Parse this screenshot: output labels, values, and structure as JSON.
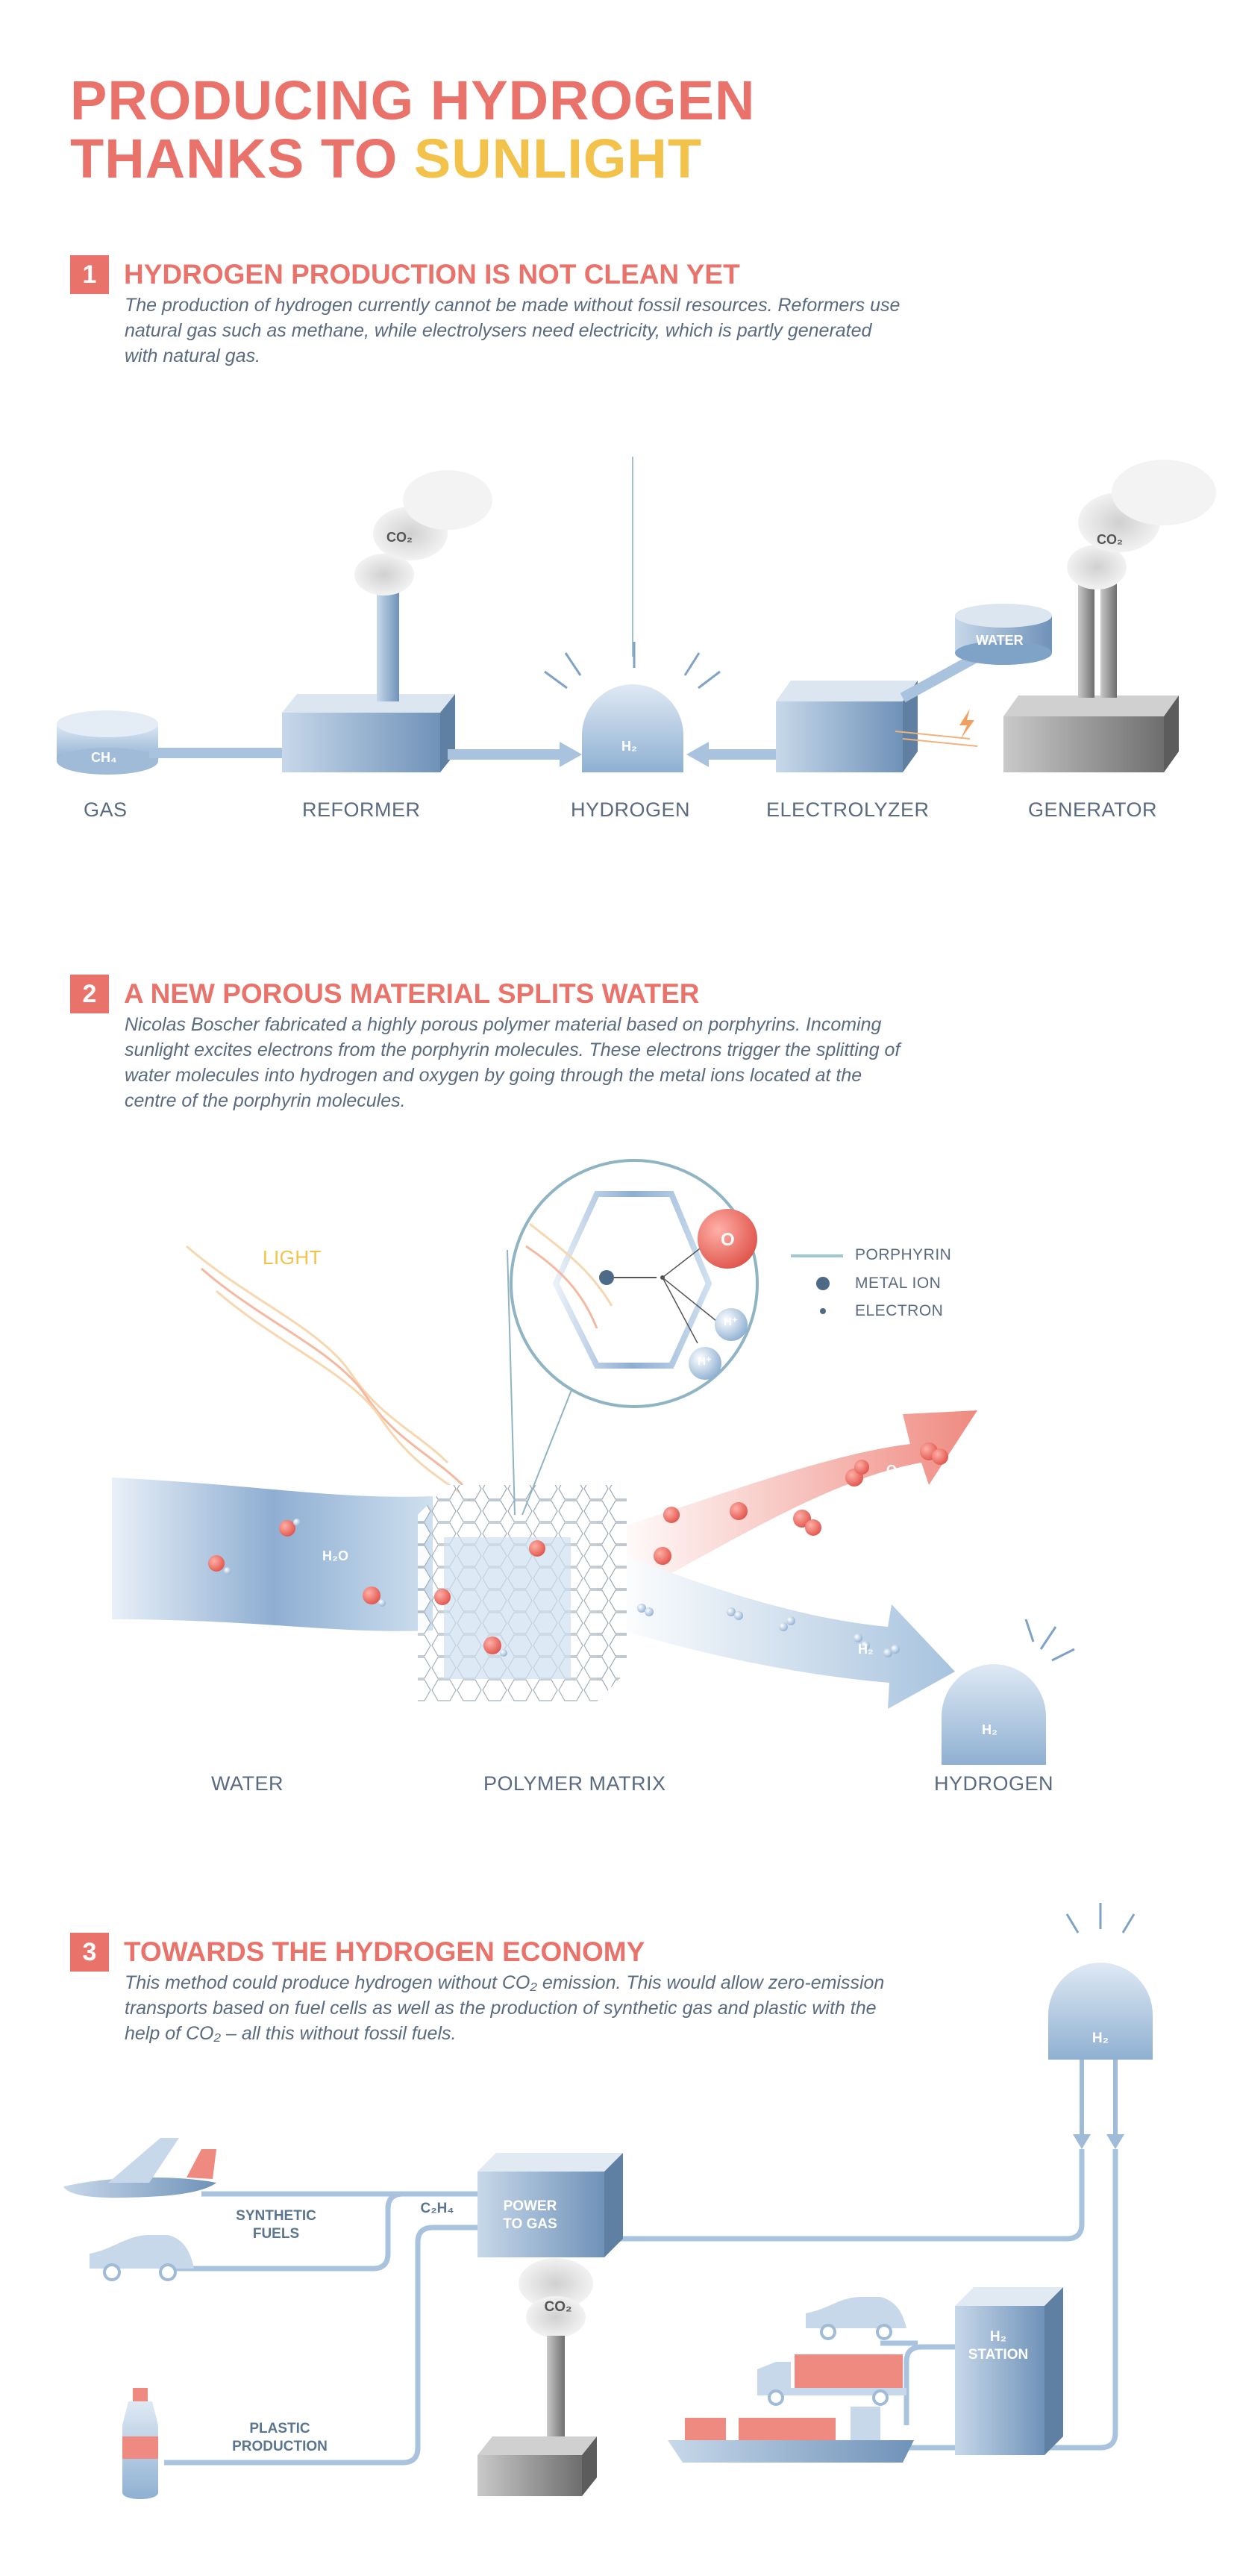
{
  "title": {
    "line1": "PRODUCING HYDROGEN",
    "line2_prefix": "THANKS TO ",
    "line2_accent": "SUNLIGHT"
  },
  "section1": {
    "number": "1",
    "heading": "HYDROGEN PRODUCTION IS NOT CLEAN YET",
    "text": "The production of hydrogen currently cannot be made without fossil resources. Reformers use natural gas such as methane, while electrolysers need electricity, which is partly generated with natural gas.",
    "labels": {
      "gas": "GAS",
      "reformer": "REFORMER",
      "hydrogen": "HYDROGEN",
      "electrolyzer": "ELECTROLYZER",
      "generator": "GENERATOR"
    },
    "inline": {
      "ch4": "CH₄",
      "co2_a": "CO₂",
      "co2_b": "CO₂",
      "h2": "H₂",
      "water": "WATER"
    }
  },
  "section2": {
    "number": "2",
    "heading": "A NEW POROUS MATERIAL SPLITS WATER",
    "text": "Nicolas Boscher fabricated a highly porous polymer material based on porphyrins. Incoming sunlight excites electrons from the porphyrin molecules. These electrons trigger the splitting of water molecules into hydrogen and oxygen by going through the metal ions located at the centre of the porphyrin molecules.",
    "light": "LIGHT",
    "legend": {
      "porphyrin": "PORPHYRIN",
      "metal_ion": "METAL ION",
      "electron": "ELECTRON"
    },
    "inline": {
      "o": "O",
      "h_plus_a": "H⁺",
      "h_plus_b": "H⁺",
      "h2o": "H₂O",
      "o2": "O₂",
      "h2_flow": "H₂",
      "h2_dome": "H₂"
    },
    "labels": {
      "water": "WATER",
      "polymer": "POLYMER MATRIX",
      "hydrogen": "HYDROGEN"
    }
  },
  "section3": {
    "number": "3",
    "heading": "TOWARDS THE HYDROGEN ECONOMY",
    "text": "This method could produce hydrogen without CO₂ emission. This would allow zero-emission transports based on fuel cells as well as the production of synthetic gas and plastic with the help of CO₂ – all this without fossil fuels.",
    "labels": {
      "synthetic": "SYNTHETIC\nFUELS",
      "c2h4": "C₂H₄",
      "power_to_gas": "POWER\nTO GAS",
      "co2": "CO₂",
      "h2": "H₂",
      "station": "H₂\nSTATION",
      "plastic": "PLASTIC\nPRODUCTION"
    }
  },
  "colors": {
    "accent": "#e9726a",
    "yellow": "#f2c24b",
    "text": "#5a6a80",
    "blue": "#9fbbd8"
  }
}
